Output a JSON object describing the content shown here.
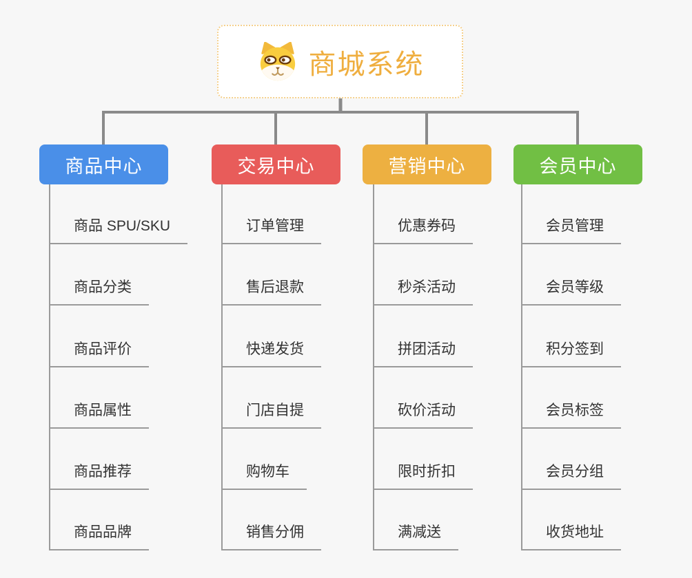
{
  "root": {
    "title": "商城系统",
    "icon": "dog-face-icon",
    "title_color": "#efae3f",
    "border_color": "#f5d08c",
    "background": "#ffffff"
  },
  "branches": [
    {
      "label": "商品中心",
      "color": "#4a8fe8",
      "items": [
        "商品 SPU/SKU",
        "商品分类",
        "商品评价",
        "商品属性",
        "商品推荐",
        "商品品牌"
      ]
    },
    {
      "label": "交易中心",
      "color": "#e85c5a",
      "items": [
        "订单管理",
        "售后退款",
        "快递发货",
        "门店自提",
        "购物车",
        "销售分佣"
      ]
    },
    {
      "label": "营销中心",
      "color": "#edb041",
      "items": [
        "优惠券码",
        "秒杀活动",
        "拼团活动",
        "砍价活动",
        "限时折扣",
        "满减送"
      ]
    },
    {
      "label": "会员中心",
      "color": "#71bf44",
      "items": [
        "会员管理",
        "会员等级",
        "积分签到",
        "会员标签",
        "会员分组",
        "收货地址"
      ]
    }
  ],
  "style": {
    "background": "#f7f7f7",
    "connector_color": "#8a8a8a",
    "thin_line_color": "#9a9a9a",
    "leaf_text_color": "#333333"
  }
}
